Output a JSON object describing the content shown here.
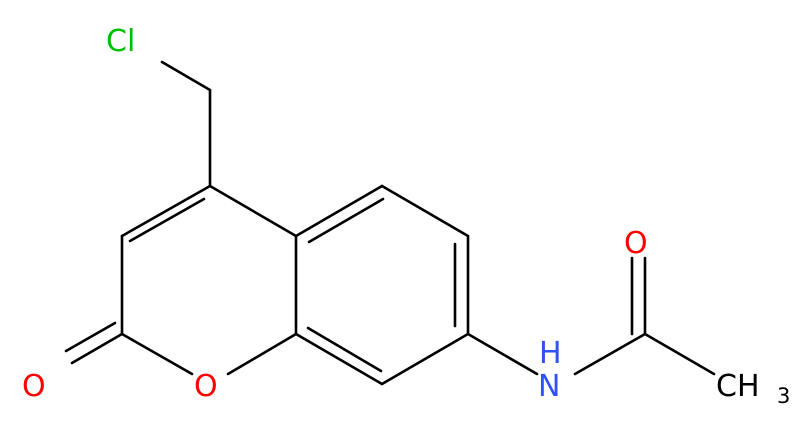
{
  "molecule": {
    "atoms": {
      "chlorine": {
        "label": "Cl",
        "color": "#00c000"
      },
      "ring_oxygen": {
        "label": "O",
        "color": "#ff0000"
      },
      "carbonyl_oxygen_lactone": {
        "label": "O",
        "color": "#ff0000"
      },
      "nitrogen": {
        "label": "N",
        "subscript_label": "H",
        "color": "#3050f8"
      },
      "carbonyl_oxygen_amide": {
        "label": "O",
        "color": "#ff0000"
      },
      "methyl": {
        "label": "CH",
        "subscript": "3",
        "color": "#000000"
      }
    },
    "bond_color": "#000000"
  }
}
